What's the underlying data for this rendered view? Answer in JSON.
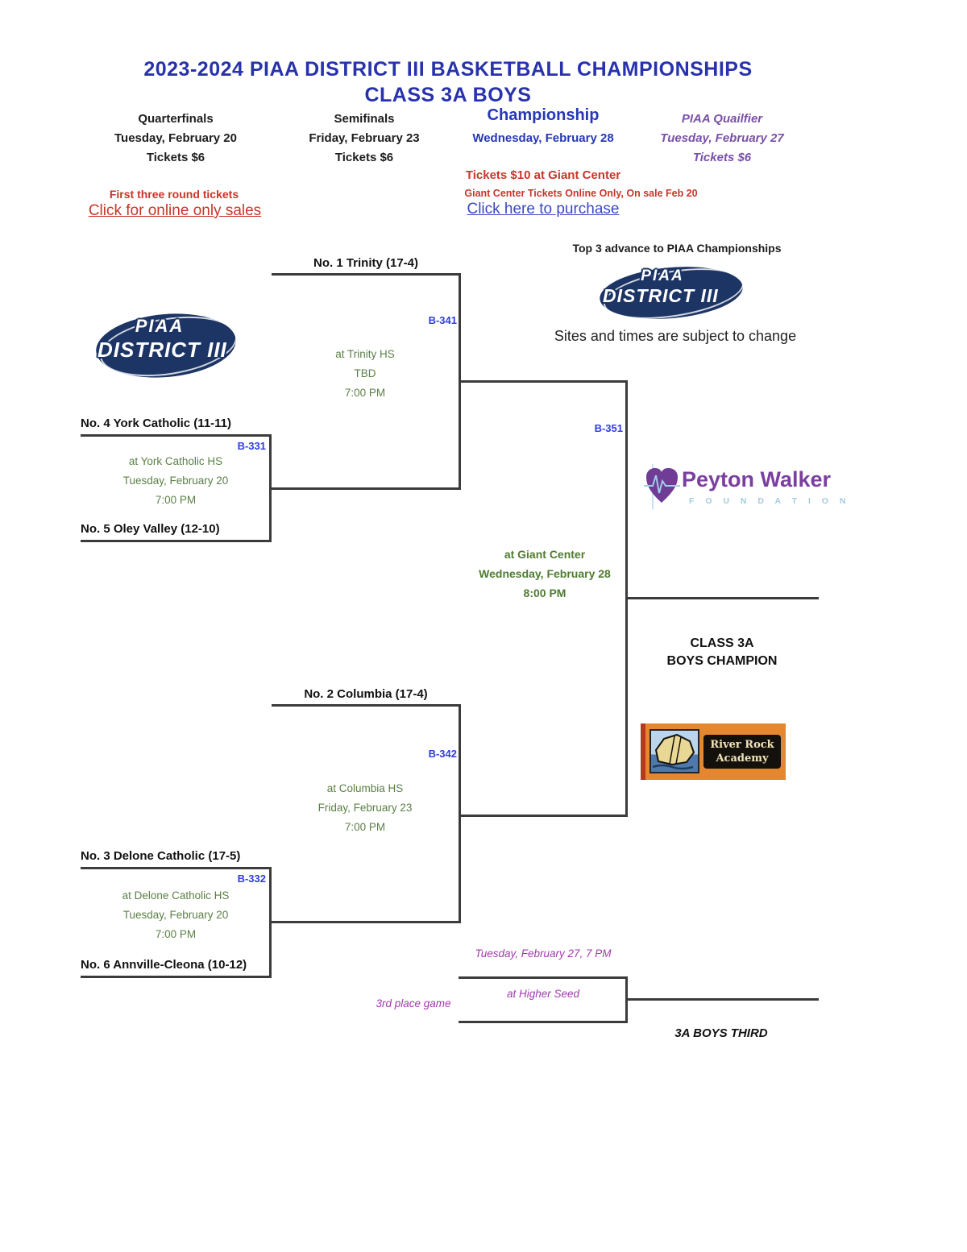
{
  "header": {
    "line1": "2023-2024 PIAA DISTRICT III BASKETBALL CHAMPIONSHIPS",
    "line2": "CLASS 3A BOYS"
  },
  "columns": [
    {
      "label": "Quarterfinals",
      "date": "Tuesday, February 20",
      "tickets": "Tickets $6"
    },
    {
      "label": "Semifinals",
      "date": "Friday, February 23",
      "tickets": "Tickets $6"
    },
    {
      "label": "Championship",
      "date": "Wednesday, February 28"
    },
    {
      "label": "PIAA Quailfier",
      "date": "Tuesday, February 27",
      "tickets": "Tickets $6"
    }
  ],
  "tickets": {
    "first_three": "First three round tickets",
    "click_sales": "Click for online only sales",
    "price": "Tickets $10 at Giant Center",
    "online": "Giant Center Tickets Online Only, On sale Feb 20",
    "purchase": "Click here to purchase"
  },
  "notes": {
    "top3": "Top 3 advance to PIAA Championships",
    "sites": "Sites and times are subject to change"
  },
  "games": {
    "b341": {
      "code": "B-341",
      "team": "No. 1 Trinity (17-4)",
      "site": "at Trinity HS",
      "date": "TBD",
      "time": "7:00 PM"
    },
    "b331": {
      "code": "B-331",
      "team_top": "No. 4 York Catholic (11-11)",
      "team_bottom": "No. 5 Oley Valley (12-10)",
      "site": "at York Catholic HS",
      "date": "Tuesday, February 20",
      "time": "7:00 PM"
    },
    "b342": {
      "code": "B-342",
      "team": "No. 2 Columbia (17-4)",
      "site": "at Columbia HS",
      "date": "Friday, February 23",
      "time": "7:00 PM"
    },
    "b332": {
      "code": "B-332",
      "team_top": "No. 3 Delone Catholic (17-5)",
      "team_bottom": "No. 6 Annville-Cleona (10-12)",
      "site": "at Delone Catholic HS",
      "date": "Tuesday, February 20",
      "time": "7:00 PM"
    },
    "b351": {
      "code": "B-351",
      "site": "at Giant Center",
      "date": "Wednesday, February 28",
      "time": "8:00 PM"
    }
  },
  "champion": {
    "line1": "CLASS 3A",
    "line2": "BOYS CHAMPION"
  },
  "third_place": {
    "schedule": "Tuesday, February 27, 7 PM",
    "site": "at Higher Seed",
    "label": "3rd place game",
    "winner": "3A BOYS THIRD"
  },
  "logos": {
    "piaa": {
      "line1": "PIAA",
      "line2": "DISTRICT III"
    },
    "peyton": {
      "name": "Peyton Walker",
      "sub": "F O U N D A T I O N"
    },
    "riverrock": {
      "line1": "River Rock",
      "line2": "Academy"
    }
  },
  "colors": {
    "header_blue": "#2832ac",
    "championship_blue": "#2637b8",
    "qualifier_purple": "#7a50a8",
    "link_red": "#c8352a",
    "link_blue": "#3a49c0",
    "game_code_blue": "#2f3edc",
    "site_green": "#5b8046",
    "championship_green": "#4e7c30",
    "third_place_purple": "#a23aae",
    "bracket_line": "#3b3b3b",
    "piaa_navy": "#1d3565",
    "peyton_purple": "#7b3f9e",
    "foundation_blue": "#a5cbe0",
    "riverrock_orange": "#e5872e"
  }
}
